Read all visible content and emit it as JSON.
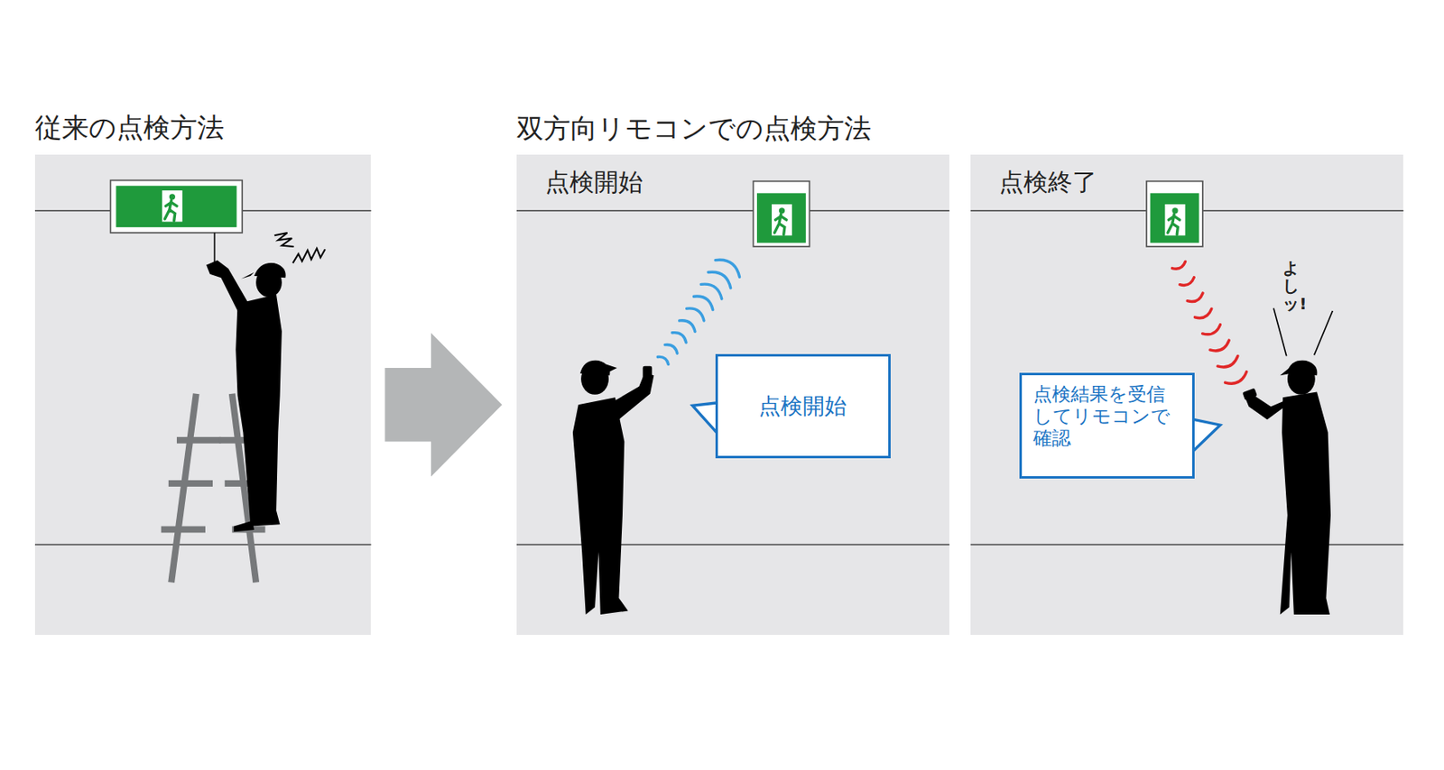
{
  "diagram": {
    "nodes": [
      {
        "text": [
          "従来の点検方法"
        ]
      },
      {
        "text": [
          "点検開始"
        ]
      },
      {
        "text": [
          "点検終了"
        ]
      },
      {
        "text": [
          "点検開始"
        ],
        "in": 1
      },
      {
        "text": [
          "点検結果を受信 してリモコンで 確認"
        ],
        "in": 2
      }
    ],
    "edges": [
      {
        "from": 0,
        "to": 1,
        "arrow": "to"
      }
    ],
    "labels": [
      "双方向リモコンでの点検方法",
      "よしッ!"
    ]
  }
}
